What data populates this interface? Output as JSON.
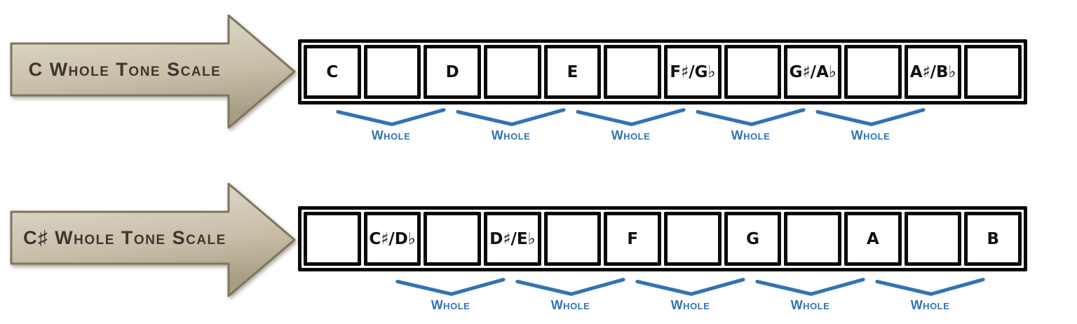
{
  "colors": {
    "accent_blue": "#3273b4",
    "arrow_fill_light": "#d9d2c2",
    "arrow_fill_mid": "#c7bca6",
    "arrow_fill_dark": "#a89d84",
    "arrow_border": "#7e755e",
    "box_border": "#0a0a0a",
    "arrow_text": "#3c372f"
  },
  "rows": [
    {
      "arrow_label": "C Whole Tone Scale",
      "cells": [
        "C",
        "",
        "D",
        "",
        "E",
        "",
        "F♯/G♭",
        "",
        "G♯/A♭",
        "",
        "A♯/B♭",
        ""
      ],
      "intervals": [
        "Whole",
        "Whole",
        "Whole",
        "Whole",
        "Whole"
      ]
    },
    {
      "arrow_label": "C♯ Whole Tone Scale",
      "cells": [
        "",
        "C♯/D♭",
        "",
        "D♯/E♭",
        "",
        "F",
        "",
        "G",
        "",
        "A",
        "",
        "B"
      ],
      "intervals": [
        "Whole",
        "Whole",
        "Whole",
        "Whole",
        "Whole"
      ]
    }
  ]
}
